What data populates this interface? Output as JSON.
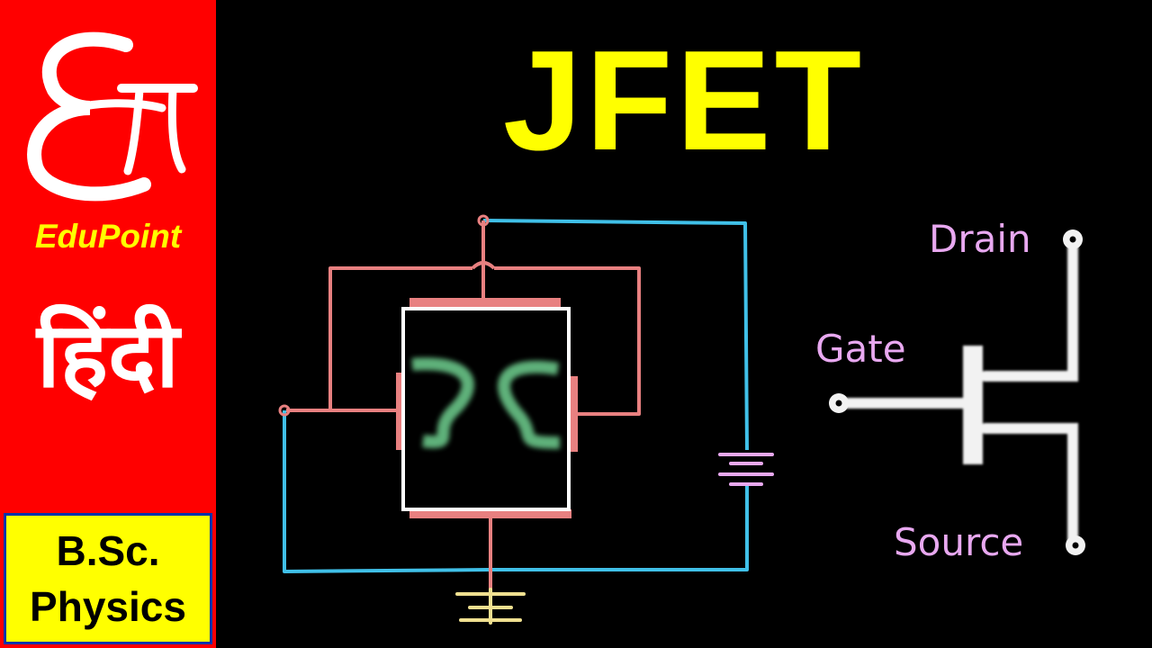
{
  "branding": {
    "brand_name": "EduPoint",
    "language": "हिंदी",
    "course_line1": "B.Sc.",
    "course_line2": "Physics"
  },
  "title": "JFET",
  "diagram": {
    "terminals": {
      "drain": "Drain",
      "gate": "Gate",
      "source": "Source"
    }
  },
  "colors": {
    "sidebar": "#ff0000",
    "title": "#ffff00",
    "gate_wire": "#e88080",
    "circuit_wire": "#40c0e8",
    "channel": "#70d090",
    "ground": "#f0e090",
    "battery": "#e8a8f0",
    "labels": "#e8a8f0",
    "symbol": "#f2f2f2"
  }
}
